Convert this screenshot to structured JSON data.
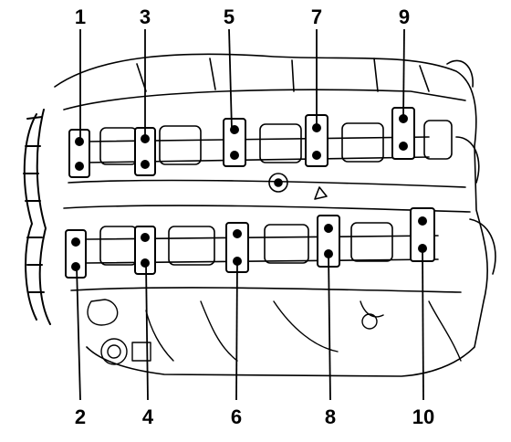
{
  "figure": {
    "subject": "camshaft-cap-bolt-sequence",
    "callouts_top": [
      "1",
      "3",
      "5",
      "7",
      "9"
    ],
    "callouts_bottom": [
      "2",
      "4",
      "6",
      "8",
      "10"
    ],
    "line_color": "#000000",
    "background": "#ffffff"
  }
}
